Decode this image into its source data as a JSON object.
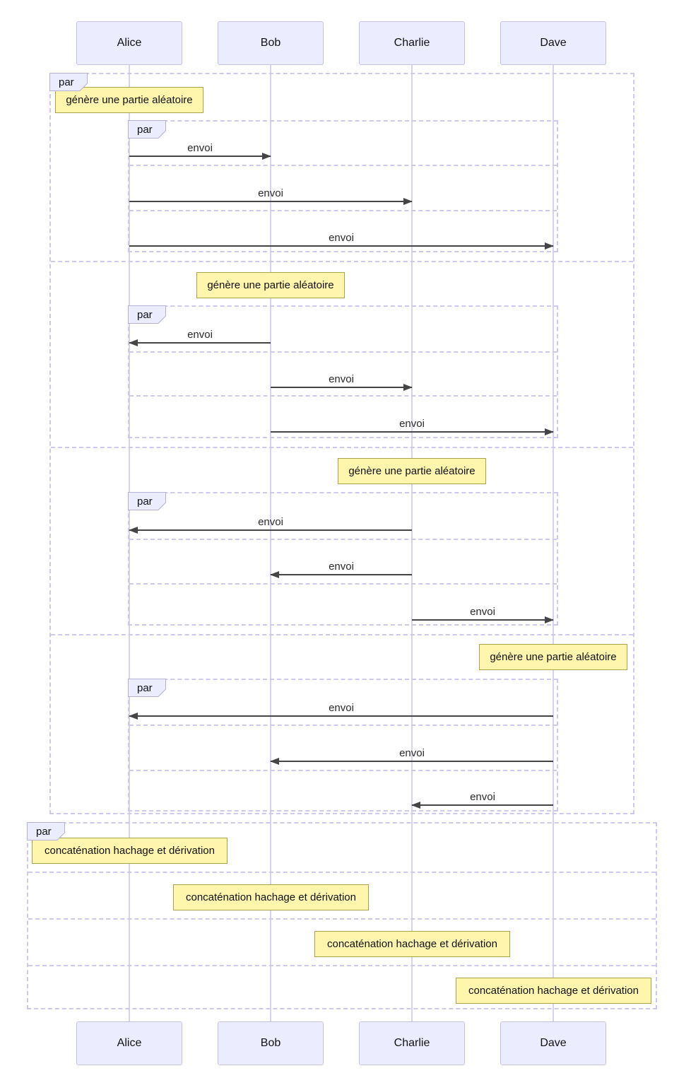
{
  "diagram_type": "sequence-diagram",
  "participants": [
    {
      "name": "Alice"
    },
    {
      "name": "Bob"
    },
    {
      "name": "Charlie"
    },
    {
      "name": "Dave"
    }
  ],
  "par_label": "par",
  "parallel_blocks": {
    "generation": {
      "sections": [
        {
          "actor": "Alice",
          "note": "génère une partie aléatoire",
          "messages": [
            {
              "from": "Alice",
              "to": "Bob",
              "label": "envoi"
            },
            {
              "from": "Alice",
              "to": "Charlie",
              "label": "envoi"
            },
            {
              "from": "Alice",
              "to": "Dave",
              "label": "envoi"
            }
          ]
        },
        {
          "actor": "Bob",
          "note": "génère une partie aléatoire",
          "messages": [
            {
              "from": "Bob",
              "to": "Alice",
              "label": "envoi"
            },
            {
              "from": "Bob",
              "to": "Charlie",
              "label": "envoi"
            },
            {
              "from": "Bob",
              "to": "Dave",
              "label": "envoi"
            }
          ]
        },
        {
          "actor": "Charlie",
          "note": "génère une partie aléatoire",
          "messages": [
            {
              "from": "Charlie",
              "to": "Alice",
              "label": "envoi"
            },
            {
              "from": "Charlie",
              "to": "Bob",
              "label": "envoi"
            },
            {
              "from": "Charlie",
              "to": "Dave",
              "label": "envoi"
            }
          ]
        },
        {
          "actor": "Dave",
          "note": "génère une partie aléatoire",
          "messages": [
            {
              "from": "Dave",
              "to": "Alice",
              "label": "envoi"
            },
            {
              "from": "Dave",
              "to": "Bob",
              "label": "envoi"
            },
            {
              "from": "Dave",
              "to": "Charlie",
              "label": "envoi"
            }
          ]
        }
      ]
    },
    "derivation": {
      "sections": [
        {
          "actor": "Alice",
          "note": "concaténation hachage et dérivation"
        },
        {
          "actor": "Bob",
          "note": "concaténation hachage et dérivation"
        },
        {
          "actor": "Charlie",
          "note": "concaténation hachage et dérivation"
        },
        {
          "actor": "Dave",
          "note": "concaténation hachage et dérivation"
        }
      ]
    }
  },
  "colors": {
    "actor_fill": "#ECECFF",
    "actor_border": "#c6c2e2",
    "note_fill": "#FFF5AD",
    "note_border": "#a9a449",
    "frame_border": "#cdc8ec",
    "lifeline": "#d6d3ee",
    "arrow": "#454545"
  }
}
